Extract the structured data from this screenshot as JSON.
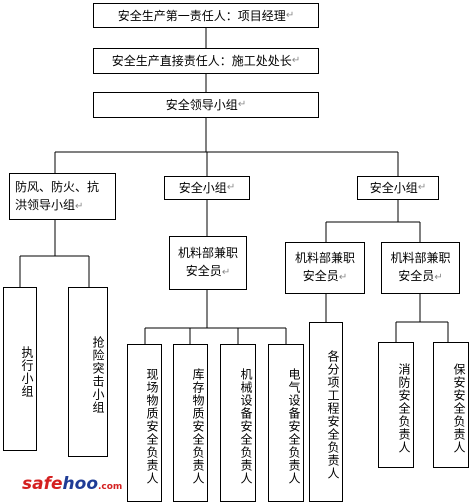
{
  "nodes": {
    "top": "安全生产第一责任人：项目经理",
    "direct": "安全生产直接责任人：施工处处长",
    "leader_group": "安全领导小组",
    "flood_group": "防风、防火、抗洪领导小组",
    "safety_group_a": "安全小组",
    "safety_group_b": "安全小组",
    "materials_a": "机料部兼职安全员",
    "materials_b": "机料部兼职安全员",
    "materials_c": "机料部兼职安全员",
    "exec_team": "执行小组",
    "rescue_team": "抢险突击小组",
    "site_material": "现场物质安全负责人",
    "warehouse": "库存物质安全负责人",
    "machinery": "机械设备安全负责人",
    "electrical": "电气设备安全负责人",
    "subproject": "各分项工程安全负责人",
    "fire": "消防安全负责人",
    "security": "保安安全负责人"
  },
  "mark": "↵",
  "watermark": {
    "part1": "safe",
    "part2": "hoo",
    "part3": ".com"
  }
}
